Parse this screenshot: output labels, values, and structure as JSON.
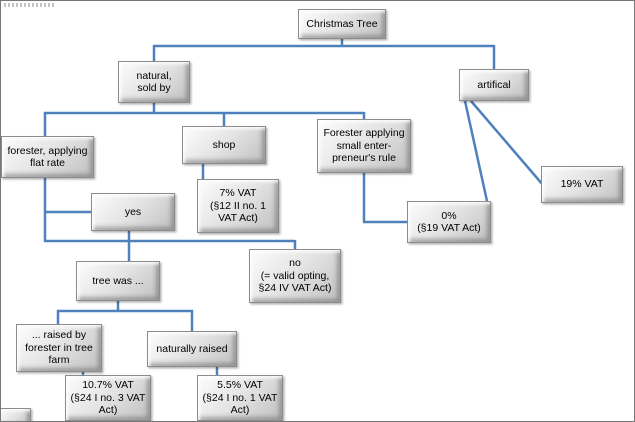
{
  "colors": {
    "connector": "#4f81bd"
  },
  "diagram": {
    "title": "Christmas Tree",
    "nodes": {
      "christmas_tree": {
        "label": "Christmas Tree"
      },
      "natural_sold_by": {
        "label": "natural,\nsold by"
      },
      "artifical": {
        "label": "artifical"
      },
      "forester_flat_rate": {
        "label": "forester, applying\nflat rate"
      },
      "shop": {
        "label": "shop"
      },
      "forester_small_ent": {
        "label": "Forester applying\nsmall enter-\npreneur's rule"
      },
      "vat_7": {
        "label": "7% VAT\n(§12 II no. 1\nVAT Act)"
      },
      "yes": {
        "label": "yes"
      },
      "vat_0": {
        "label": "0%\n(§19 VAT Act)"
      },
      "vat_19": {
        "label": "19% VAT"
      },
      "tree_was": {
        "label": "tree was ..."
      },
      "no_opting": {
        "label": "no\n(= valid opting,\n§24 IV VAT Act)"
      },
      "raised_by_forester": {
        "label": "... raised by\nforester in tree\nfarm"
      },
      "naturally_raised": {
        "label": "naturally raised"
      },
      "vat_10_7": {
        "label": "10.7% VAT\n(§24 I no. 3 VAT\nAct)"
      },
      "vat_5_5": {
        "label": "5.5% VAT\n(§24 I no. 1 VAT\nAct)"
      }
    }
  }
}
